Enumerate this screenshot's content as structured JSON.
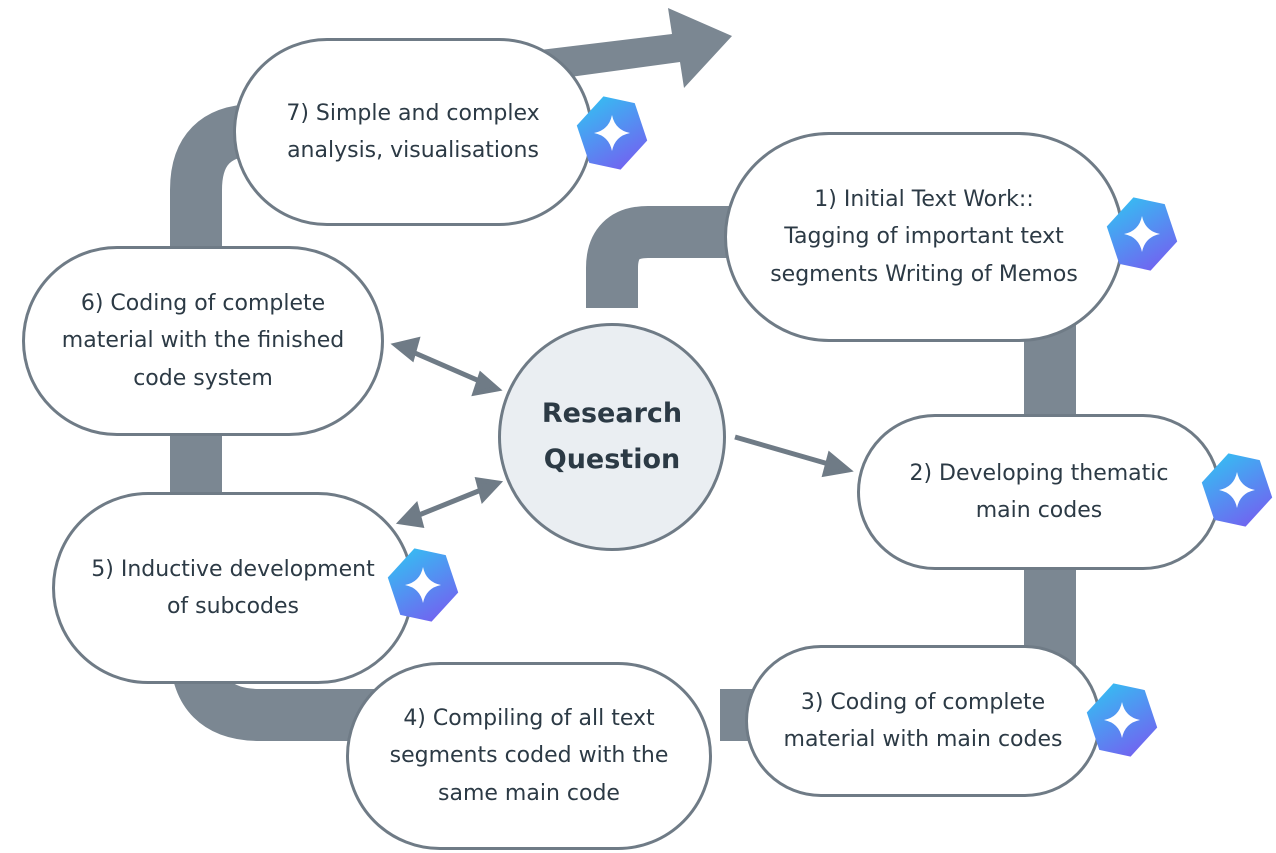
{
  "diagram": {
    "center": {
      "line1": "Research",
      "line2": "Question"
    },
    "steps": [
      {
        "id": "step-1",
        "lines": [
          "1) Initial Text Work::",
          "Tagging of important text",
          "segments Writing of Memos"
        ],
        "has_ai_badge": true
      },
      {
        "id": "step-2",
        "lines": [
          "2) Developing thematic",
          "main codes"
        ],
        "has_ai_badge": true
      },
      {
        "id": "step-3",
        "lines": [
          "3) Coding of complete",
          "material with main codes"
        ],
        "has_ai_badge": true
      },
      {
        "id": "step-4",
        "lines": [
          "4) Compiling of all text",
          "segments coded with the",
          "same main code"
        ],
        "has_ai_badge": false
      },
      {
        "id": "step-5",
        "lines": [
          "5) Inductive development",
          "of subcodes"
        ],
        "has_ai_badge": true
      },
      {
        "id": "step-6",
        "lines": [
          "6) Coding of complete",
          "material with the finished",
          "code system"
        ],
        "has_ai_badge": false
      },
      {
        "id": "step-7",
        "lines": [
          "7) Simple and complex",
          "analysis, visualisations"
        ],
        "has_ai_badge": true
      }
    ],
    "colors": {
      "track": "#7b8792",
      "border": "#6f7b86",
      "text": "#2c3a45",
      "center_fill": "#eaeef2",
      "badge_gradient_start": "#2fc7f3",
      "badge_gradient_end": "#7a56f0"
    },
    "badge_icon": "ai-sparkle-icon"
  }
}
